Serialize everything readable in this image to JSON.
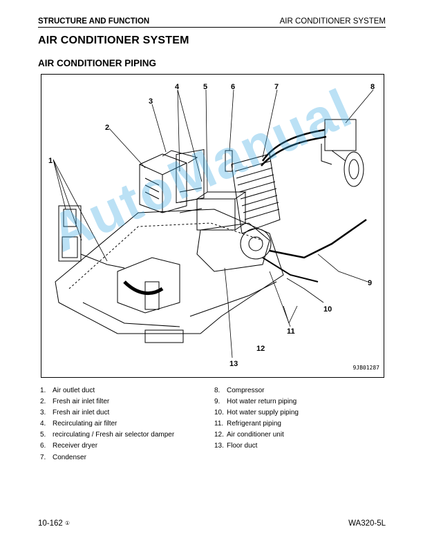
{
  "header": {
    "left": "STRUCTURE AND FUNCTION",
    "right": "AIR CONDITIONER SYSTEM"
  },
  "title": "AIR CONDITIONER SYSTEM",
  "subtitle": "AIR CONDITIONER PIPING",
  "figure": {
    "code": "9JB01287",
    "watermark": "AutoManual",
    "callouts": [
      "1",
      "2",
      "3",
      "4",
      "5",
      "6",
      "7",
      "8",
      "9",
      "10",
      "11",
      "12",
      "13"
    ]
  },
  "legend_left": [
    {
      "num": "1.",
      "text": "Air outlet duct"
    },
    {
      "num": "2.",
      "text": "Fresh air inlet filter"
    },
    {
      "num": "3.",
      "text": "Fresh air inlet duct"
    },
    {
      "num": "4.",
      "text": "Recirculating air filter"
    },
    {
      "num": "5.",
      "text": "recirculating / Fresh air selector damper"
    },
    {
      "num": "6.",
      "text": "Receiver dryer"
    },
    {
      "num": "7.",
      "text": "Condenser"
    }
  ],
  "legend_right": [
    {
      "num": "8.",
      "text": "Compressor"
    },
    {
      "num": "9.",
      "text": "Hot water return piping"
    },
    {
      "num": "10.",
      "text": "Hot water supply piping"
    },
    {
      "num": "11.",
      "text": "Refrigerant piping"
    },
    {
      "num": "12.",
      "text": "Air conditioner unit"
    },
    {
      "num": "13.",
      "text": "Floor duct"
    }
  ],
  "footer": {
    "page": "10-162",
    "mark": "①",
    "model": "WA320-5L"
  }
}
